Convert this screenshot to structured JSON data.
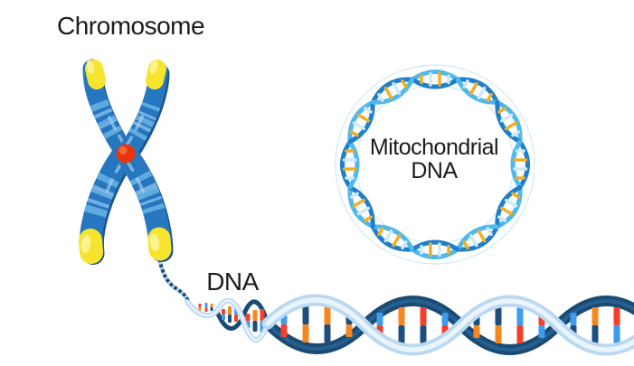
{
  "labels": {
    "chromosome": "Chromosome",
    "dna": "DNA",
    "mitochondrial_line1": "Mitochondrial",
    "mitochondrial_line2": "DNA"
  },
  "illustration": {
    "type": "biology-diagram",
    "elements": [
      "chromosome",
      "mitochondrial-dna-ring",
      "dna-double-helix"
    ],
    "description_visible_parts": {
      "chromosome": "X-shaped blue chromosome with light bands, yellow telomere caps and red centromere",
      "dna": "double helix unwinding from lower-right chromosome arm",
      "mitochondrial_dna": "circular double-stranded DNA ring"
    }
  },
  "colors": {
    "text": "#1c1c1c",
    "chromo-arm": "#2777C0",
    "chromo-arm-dark": "#1A568F",
    "chromo-band": "#5FA9DF",
    "chromo-band2": "#8FC4EC",
    "chromo-gloss": "#A8D2F2",
    "telomere": "#F7E42F",
    "telomere-hi": "#FCF49B",
    "centromere": "#E8350F",
    "centromere-hi": "#F8703F",
    "strand-light": "#B9D8F2",
    "strand-light-core": "#E9F4FC",
    "strand-navy": "#1A4B74",
    "strand-navy-core": "#2B6596",
    "rung-navy": "#1D4E7E",
    "rung-orange": "#F6871F",
    "rung-red": "#F2402A",
    "rung-sky": "#3D9BF0",
    "mito-cyan": "#4FB8EC",
    "mito-blue": "#1F7FCB",
    "mito-gold": "#F2AE24",
    "mito-pale": "#CFE9F8",
    "mito-ring": "#D6ECF8"
  }
}
